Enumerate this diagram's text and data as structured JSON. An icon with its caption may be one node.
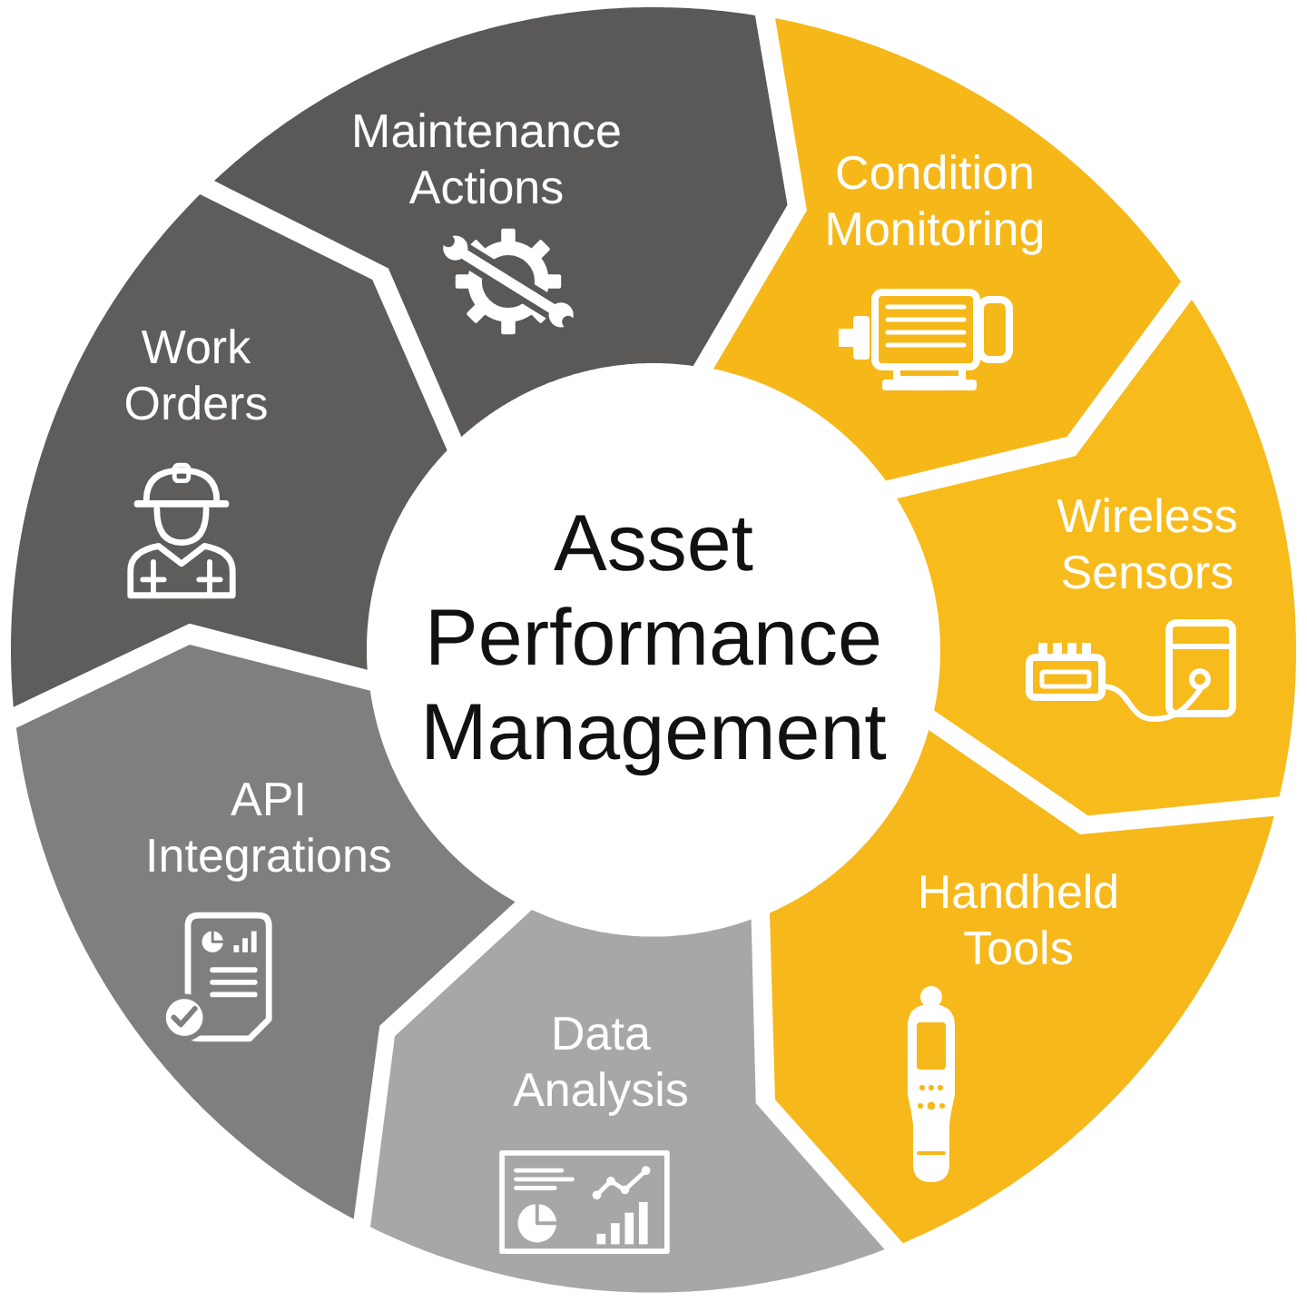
{
  "diagram": {
    "nodes": [
      {
        "text": [
          "Asset Performance Management"
        ]
      },
      {
        "text": [
          "Maintenance Actions"
        ]
      },
      {
        "text": [
          "Condition Monitoring"
        ]
      },
      {
        "text": [
          "Wireless Sensors"
        ]
      },
      {
        "text": [
          "Handheld Tools"
        ]
      },
      {
        "text": [
          "Data Analysis"
        ]
      },
      {
        "text": [
          "API Integrations"
        ]
      },
      {
        "text": [
          "Work Orders"
        ]
      }
    ]
  }
}
